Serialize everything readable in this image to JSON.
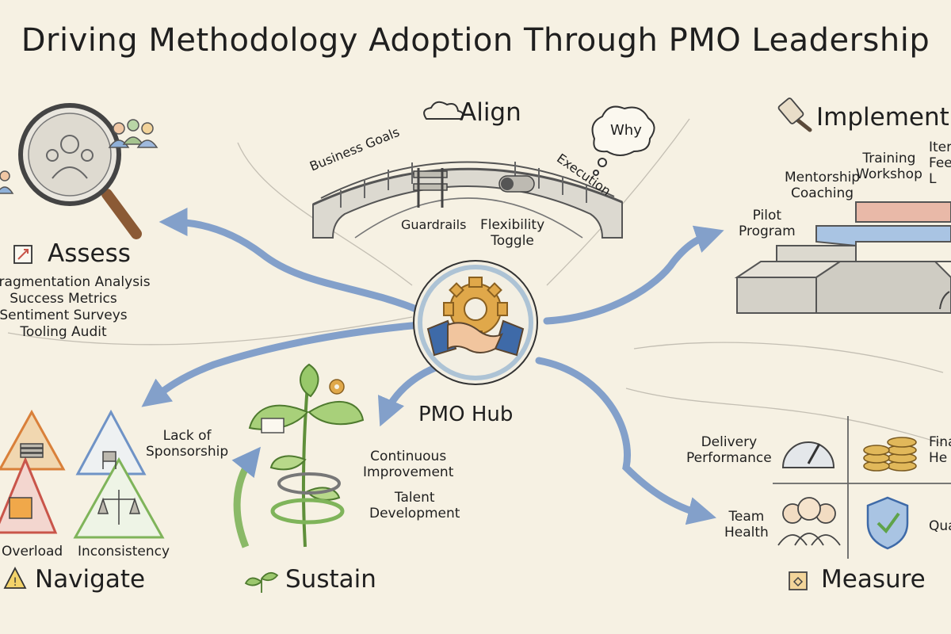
{
  "title": "Driving Methodology Adoption Through PMO Leadership",
  "hub": {
    "label": "PMO Hub"
  },
  "align": {
    "heading": "Align",
    "bubble": "Why",
    "left": "Business Goals",
    "right": "Execution",
    "guardrails": "Guardrails",
    "flexibility": "Flexibility\nToggle"
  },
  "assess": {
    "heading": "Assess",
    "items": [
      "Fragmentation Analysis",
      "Success Metrics",
      "Sentiment Surveys",
      "Tooling Audit"
    ]
  },
  "implement": {
    "heading": "Implement",
    "pilot": "Pilot\nProgram",
    "mentorship": "Mentorship\nCoaching",
    "training": "Training\nWorkshop",
    "iter": "Iter\nFee\nL"
  },
  "navigate": {
    "heading": "Navigate",
    "sponsorship": "Lack of\nSponsorship",
    "overload": "Overload",
    "inconsistency": "Inconsistency"
  },
  "sustain": {
    "heading": "Sustain",
    "continuous": "Continuous\nImprovement",
    "talent": "Talent\nDevelopment"
  },
  "measure": {
    "heading": "Measure",
    "delivery": "Delivery\nPerformance",
    "financial": "Fina\nHe",
    "team": "Team\nHealth",
    "quality": "Qua"
  },
  "colors": {
    "blue": "#6f93c6",
    "green": "#7fb45a",
    "gold": "#d9a23a",
    "red": "#c9554a"
  }
}
